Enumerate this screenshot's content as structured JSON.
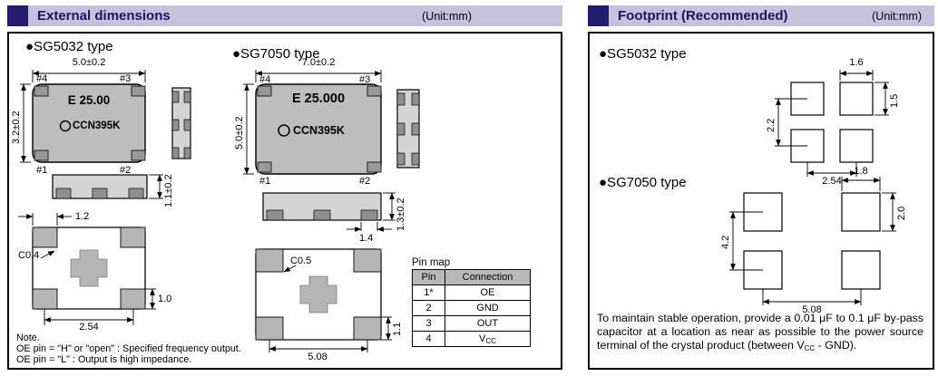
{
  "colors": {
    "band": "#c7c1de",
    "band_square": "#241c6e",
    "package_gray": "#bdbdbd",
    "pad_gray": "#b5b5b5"
  },
  "external": {
    "header": {
      "title": "External dimensions",
      "unit": "(Unit:mm)"
    },
    "sg5032": {
      "title": "●SG5032 type",
      "dim_width": "5.0±0.2",
      "dim_height": "3.2±0.2",
      "dim_thickness": "1.1±0.2",
      "pin1": "#1",
      "pin2": "#2",
      "pin3": "#3",
      "pin4": "#4",
      "marking_line1": "E 25.00",
      "marking_line2": "CCN395K",
      "chamfer": "C0.4",
      "pad_width": "1.2",
      "pad_height": "1.0",
      "pad_pitch": "2.54"
    },
    "sg7050": {
      "title": "●SG7050 type",
      "dim_width": "7.0±0.2",
      "dim_height": "5.0±0.2",
      "dim_thickness": "1.3±0.2",
      "pin1": "#1",
      "pin2": "#2",
      "pin3": "#3",
      "pin4": "#4",
      "marking_line1": "E 25.000",
      "marking_line2": "CCN395K",
      "chamfer": "C0.5",
      "pad_width": "1.4",
      "pad_height": "1.1",
      "pad_pitch": "5.08"
    },
    "pin_map": {
      "title": "Pin map",
      "headers": [
        "Pin",
        "Connection"
      ],
      "rows": [
        [
          "1*",
          "OE"
        ],
        [
          "2",
          "GND"
        ],
        [
          "3",
          "OUT"
        ],
        [
          "4",
          {
            "main": "V",
            "sub": "CC"
          }
        ]
      ]
    },
    "note": {
      "line1": "Note.",
      "line2": "OE pin = \"H\" or \"open\" : Specified frequency output.",
      "line3": "OE pin = \"L\" : Output is high impedance."
    }
  },
  "footprint": {
    "header": {
      "title": "Footprint (Recommended)",
      "unit": "(Unit:mm)"
    },
    "sg5032": {
      "title": "●SG5032 type",
      "pad_width": "1.6",
      "pad_height": "1.5",
      "pitch_y": "2.2",
      "pitch_x": "2.54"
    },
    "sg7050": {
      "title": "●SG7050 type",
      "pad_width": "1.8",
      "pad_height": "2.0",
      "pitch_y": "4.2",
      "pitch_x": "5.08"
    },
    "note": {
      "part1": "To maintain stable operation, provide a 0.01 μF to 0.1 μF by-pass capacitor at a location as near as possible to the power source terminal of the crystal product (between V",
      "vcc_sub": "CC",
      "part2": " - GND)."
    }
  }
}
